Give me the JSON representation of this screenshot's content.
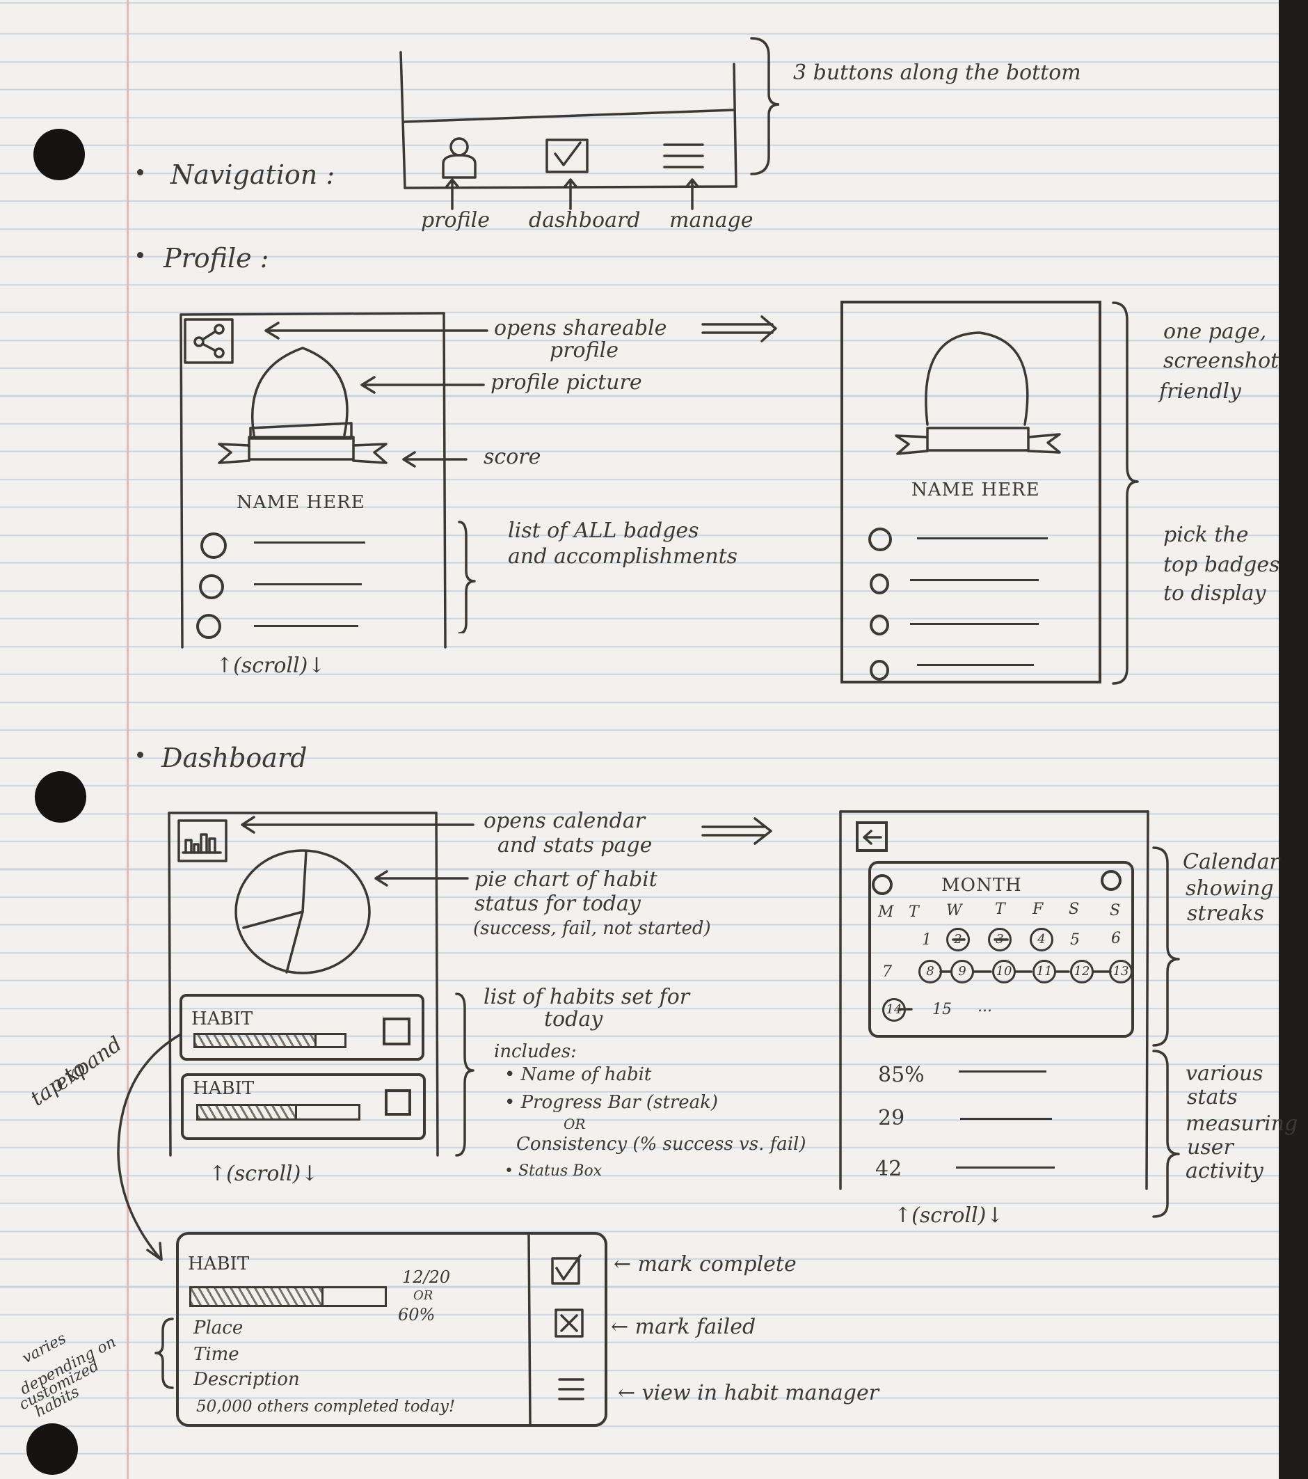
{
  "sections": {
    "navigation": "Navigation :",
    "profile": "Profile :",
    "dashboard": "Dashboard"
  },
  "navigation": {
    "note": "3 buttons along the bottom",
    "labels": [
      "profile",
      "dashboard",
      "manage"
    ]
  },
  "profile": {
    "annotations": {
      "share": "opens shareable",
      "share2": "profile",
      "picture": "profile picture",
      "score": "score",
      "badges1": "list of ALL badges",
      "badges2": "and accomplishments",
      "onepage1": "one page,",
      "onepage2": "screenshot",
      "onepage3": "friendly",
      "pick1": "pick the",
      "pick2": "top badges",
      "pick3": "to display"
    },
    "name": "NAME HERE",
    "scroll": "↑(scroll)↓"
  },
  "dashboard": {
    "annotations": {
      "cal1": "opens calendar",
      "cal2": "and stats page",
      "pie1": "pie chart of habit",
      "pie2": "status for today",
      "pie3": "(success, fail, not started)",
      "list1": "list of habits set for",
      "list2": "today",
      "includes": "includes:",
      "inc1": "• Name of habit",
      "inc2": "• Progress Bar (streak)",
      "or": "OR",
      "inc3": "Consistency (% success vs. fail)",
      "inc4": "• Status Box",
      "calendar1": "Calendar",
      "calendar2": "showing",
      "calendar3": "streaks",
      "stats1": "various",
      "stats2": "stats",
      "stats3": "measuring",
      "stats4": "user",
      "stats5": "activity",
      "tap1": "tap to",
      "tap2": "expand"
    },
    "habit_label": "HABIT",
    "scroll": "↑(scroll)↓",
    "calendar": {
      "month": "MONTH",
      "days": [
        "M",
        "T",
        "W",
        "T",
        "F",
        "S",
        "S"
      ],
      "row1": [
        "1",
        "2",
        "3",
        "4",
        "5",
        "6"
      ],
      "row2": [
        "7",
        "8",
        "9",
        "10",
        "11",
        "12",
        "13"
      ],
      "row3": [
        "14",
        "15",
        "..."
      ]
    },
    "stats": [
      "85%",
      "29",
      "42"
    ],
    "stats_scroll": "↑(scroll)↓"
  },
  "expanded": {
    "habit": "HABIT",
    "count": "12/20",
    "or": "OR",
    "percent": "60%",
    "place": "Place",
    "time": "Time",
    "description": "Description",
    "others": "50,000 others completed today!",
    "mark_complete": "← mark complete",
    "mark_failed": "← mark failed",
    "view_manager": "← view in habit manager",
    "varies1": "varies",
    "varies2": "depending on",
    "varies3": "customized",
    "varies4": "habits"
  }
}
